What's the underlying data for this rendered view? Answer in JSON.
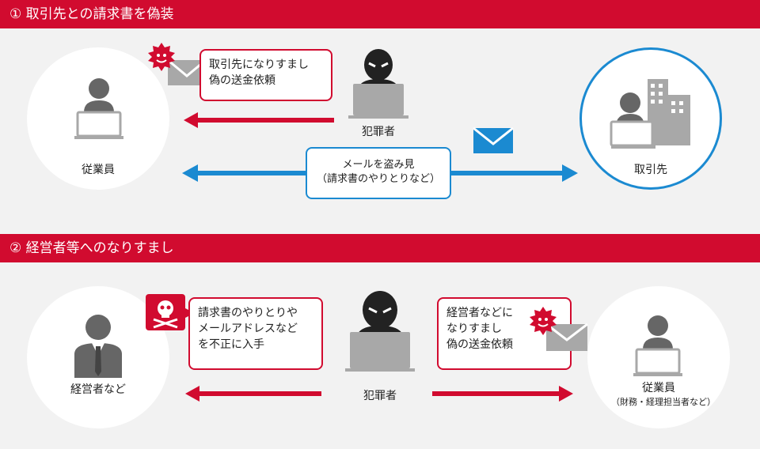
{
  "section1": {
    "title": "① 取引先との請求書を偽装",
    "employee_label": "従業員",
    "criminal_label": "犯罪者",
    "partner_label": "取引先",
    "bubble_fake": [
      "取引先になりすまし",
      "偽の送金依頼"
    ],
    "bubble_snoop": [
      "メールを盗み見",
      "（請求書のやりとりなど）"
    ]
  },
  "section2": {
    "title": "② 経営者等へのなりすまし",
    "executive_label": "経営者など",
    "criminal_label": "犯罪者",
    "employee_label": "従業員",
    "employee_sublabel": "（財務・経理担当者など）",
    "bubble_steal": [
      "請求書のやりとりや",
      "メールアドレスなど",
      "を不正に入手"
    ],
    "bubble_fake": [
      "経営者などに",
      "なりすまし",
      "偽の送金依頼"
    ]
  },
  "colors": {
    "red": "#d10b2f",
    "blue": "#1b8ad1",
    "gray": "#666666",
    "lightgray": "#a8a8a8",
    "dark": "#222222"
  }
}
